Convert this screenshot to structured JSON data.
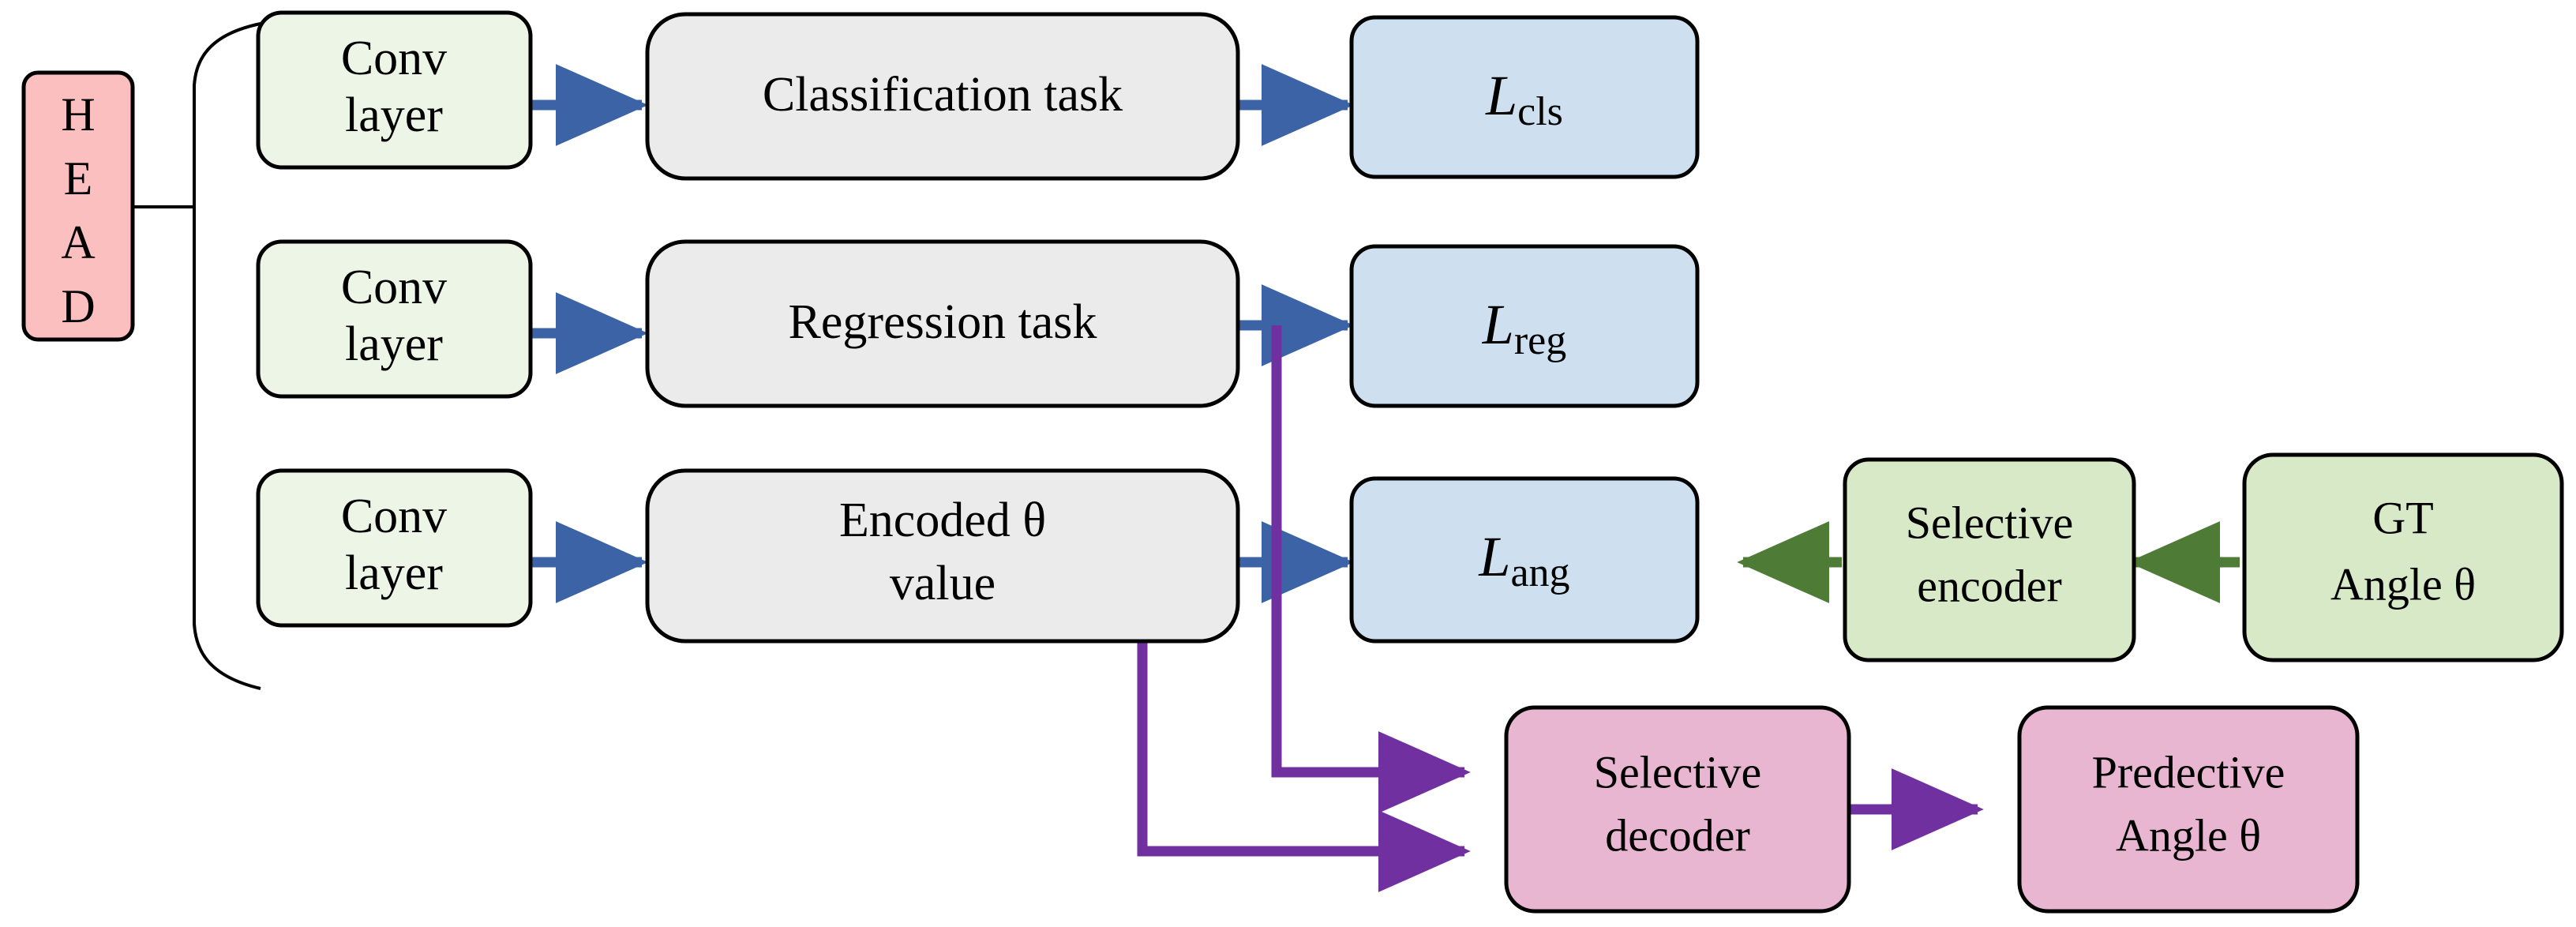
{
  "diagram": {
    "title": "Multi-task detection head with selective angle encoder/decoder",
    "colors": {
      "head_fill": "#FBBFBF",
      "conv_fill": "#ECF5E6",
      "task_fill": "#EBEBEB",
      "loss_fill": "#CEE0F0",
      "encoder_fill": "#D7E9C6",
      "decoder_fill": "#E8B6D0",
      "arrow_blue": "#3B63A5",
      "arrow_green": "#4E7B35",
      "arrow_purple": "#7030A0",
      "stroke_black": "#000000",
      "background": "#FFFFFF"
    },
    "nodes": {
      "head": {
        "lines": [
          "H",
          "E",
          "A",
          "D"
        ]
      },
      "conv1": {
        "lines": [
          "Conv",
          "layer"
        ]
      },
      "conv2": {
        "lines": [
          "Conv",
          "layer"
        ]
      },
      "conv3": {
        "lines": [
          "Conv",
          "layer"
        ]
      },
      "classification_task": {
        "lines": [
          "Classification task"
        ]
      },
      "regression_task": {
        "lines": [
          "Regression task"
        ]
      },
      "encoded_theta": {
        "lines": [
          "Encoded θ",
          "value"
        ]
      },
      "loss_cls": {
        "main": "L",
        "sub": "cls"
      },
      "loss_reg": {
        "main": "L",
        "sub": "reg"
      },
      "loss_ang": {
        "main": "L",
        "sub": "ang"
      },
      "selective_encoder": {
        "lines": [
          "Selective",
          "encoder"
        ]
      },
      "gt_angle": {
        "lines": [
          "GT",
          "Angle θ"
        ]
      },
      "selective_decoder": {
        "lines": [
          "Selective",
          "decoder"
        ]
      },
      "predective_angle": {
        "lines": [
          "Predective",
          "Angle θ"
        ]
      }
    },
    "edges": [
      {
        "name": "head-to-branches",
        "style": "bracket",
        "color": "#000000"
      },
      {
        "name": "conv1-to-classification",
        "color": "#3B63A5"
      },
      {
        "name": "conv2-to-regression",
        "color": "#3B63A5"
      },
      {
        "name": "conv3-to-encoded-theta",
        "color": "#3B63A5"
      },
      {
        "name": "classification-to-loss-cls",
        "color": "#3B63A5"
      },
      {
        "name": "regression-to-loss-reg",
        "color": "#3B63A5"
      },
      {
        "name": "encoded-theta-to-loss-ang",
        "color": "#3B63A5"
      },
      {
        "name": "gt-angle-to-selective-encoder",
        "color": "#4E7B35"
      },
      {
        "name": "selective-encoder-to-loss-ang",
        "color": "#4E7B35"
      },
      {
        "name": "regression-to-selective-decoder",
        "color": "#7030A0"
      },
      {
        "name": "encoded-theta-to-selective-decoder",
        "color": "#7030A0"
      },
      {
        "name": "selective-decoder-to-predective-angle",
        "color": "#7030A0"
      }
    ]
  }
}
